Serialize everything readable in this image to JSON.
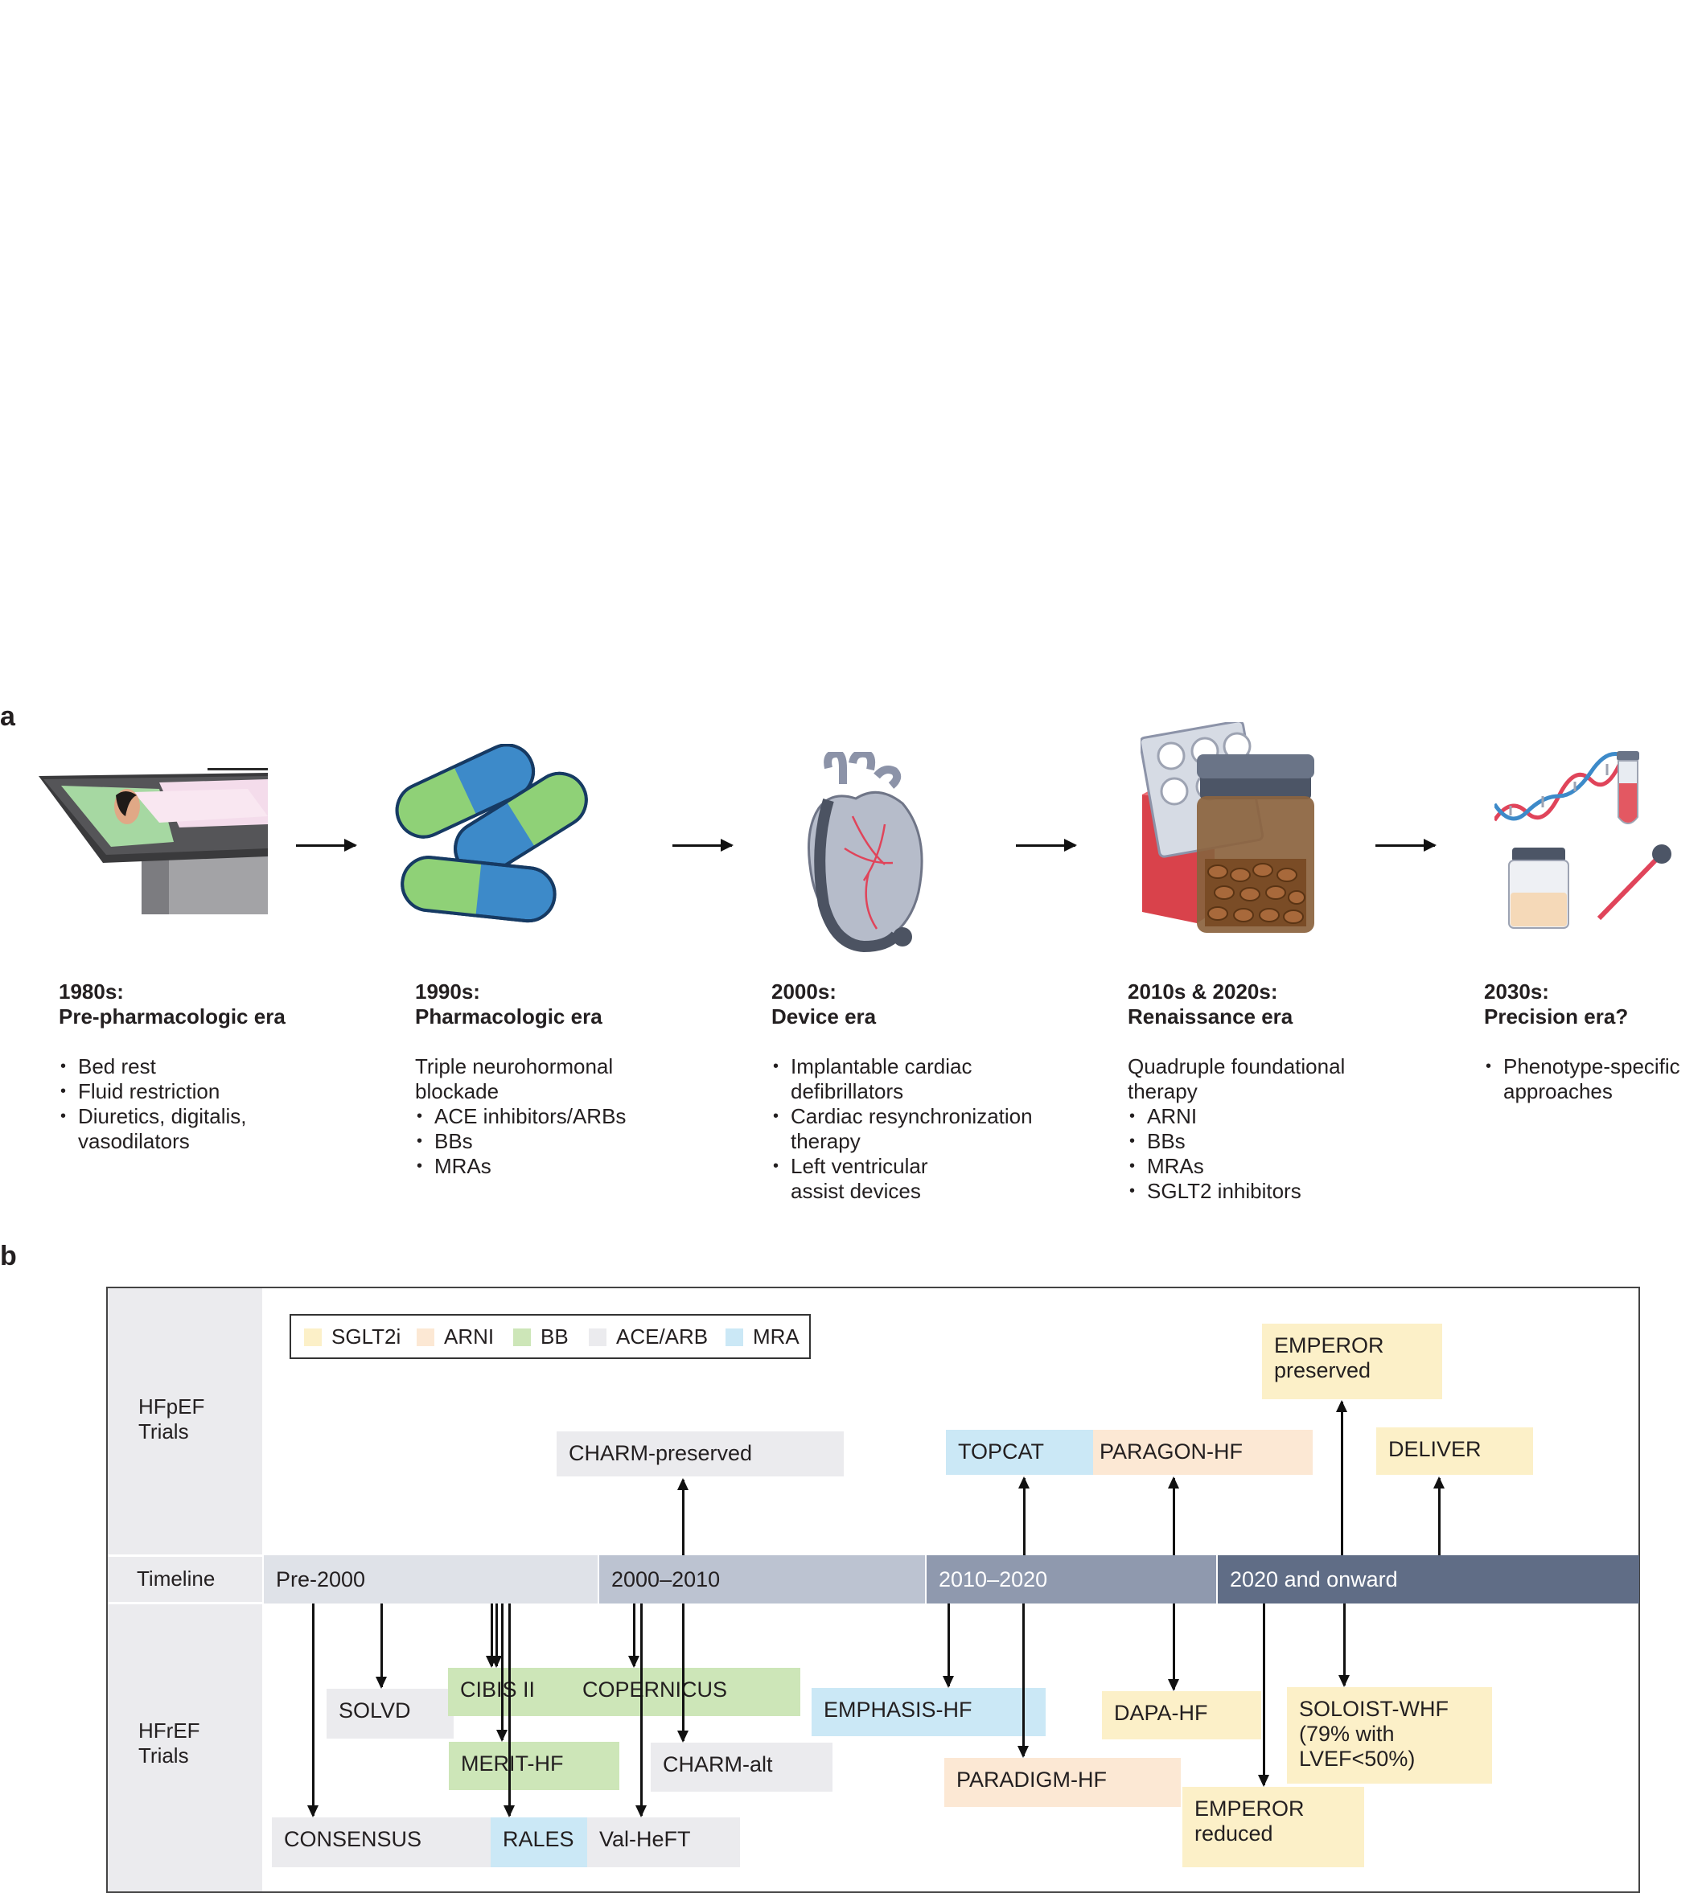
{
  "panel_a": {
    "label": "a",
    "eras": [
      {
        "title_line1": "1980s:",
        "title_line2": "Pre-pharmacologic era",
        "intro": [],
        "bullets": [
          "Bed rest",
          "Fluid restriction",
          "Diuretics, digitalis,",
          "vasodilators"
        ]
      },
      {
        "title_line1": "1990s:",
        "title_line2": "Pharmacologic era",
        "intro": [
          "Triple neurohormonal",
          "blockade"
        ],
        "bullets": [
          "ACE inhibitors/ARBs",
          "BBs",
          "MRAs"
        ]
      },
      {
        "title_line1": "2000s:",
        "title_line2": "Device era",
        "intro": [],
        "bullets": [
          "Implantable cardiac",
          "defibrillators",
          "Cardiac resynchronization",
          "therapy",
          "Left ventricular",
          "assist devices"
        ]
      },
      {
        "title_line1": "2010s & 2020s:",
        "title_line2": "Renaissance era",
        "intro": [
          "Quadruple foundational",
          "therapy"
        ],
        "bullets": [
          "ARNI",
          "BBs",
          "MRAs",
          "SGLT2 inhibitors"
        ]
      },
      {
        "title_line1": "2030s:",
        "title_line2": "Precision era?",
        "intro": [],
        "bullets": [
          "Phenotype-specific",
          "approaches"
        ]
      }
    ],
    "illustrations": [
      "patient-bed-rest-illustration",
      "capsules-illustration",
      "heart-with-lvad-illustration",
      "pill-blister-and-jar-illustration",
      "precision-medicine-illustration"
    ]
  },
  "panel_b": {
    "label": "b",
    "row_labels": {
      "hfpef_line1": "HFpEF",
      "hfpef_line2": "Trials",
      "timeline": "Timeline",
      "hfref_line1": "HFrEF",
      "hfref_line2": "Trials"
    },
    "legend": [
      {
        "label": "SGLT2i",
        "color": "#fcf0c8"
      },
      {
        "label": "ARNI",
        "color": "#fce8d4"
      },
      {
        "label": "BB",
        "color": "#cde6b8"
      },
      {
        "label": "ACE/ARB",
        "color": "#ebebee"
      },
      {
        "label": "MRA",
        "color": "#cbe8f6"
      }
    ],
    "timeline": [
      "Pre-2000",
      "2000–2010",
      "2010–2020",
      "2020 and onward"
    ],
    "timeline_colors": [
      "#dfe2e8",
      "#bcc3d1",
      "#8f99ae",
      "#606d86"
    ],
    "hfpef_trials": [
      {
        "name": "CHARM-preserved",
        "class": "ACE/ARB"
      },
      {
        "name": "TOPCAT",
        "class": "MRA"
      },
      {
        "name": "PARAGON-HF",
        "class": "ARNI"
      },
      {
        "name_line1": "EMPEROR",
        "name_line2": "preserved",
        "class": "SGLT2i"
      },
      {
        "name": "DELIVER",
        "class": "SGLT2i"
      }
    ],
    "hfref_trials": [
      {
        "name": "SOLVD",
        "class": "ACE/ARB"
      },
      {
        "name": "CIBIS II",
        "class": "BB"
      },
      {
        "name": "COPERNICUS",
        "class": "BB"
      },
      {
        "name": "MERIT-HF",
        "class": "BB"
      },
      {
        "name": "CHARM-alt",
        "class": "ACE/ARB"
      },
      {
        "name": "CONSENSUS",
        "class": "ACE/ARB"
      },
      {
        "name": "RALES",
        "class": "MRA"
      },
      {
        "name": "Val-HeFT",
        "class": "ACE/ARB"
      },
      {
        "name": "EMPHASIS-HF",
        "class": "MRA"
      },
      {
        "name": "PARADIGM-HF",
        "class": "ARNI"
      },
      {
        "name": "DAPA-HF",
        "class": "SGLT2i"
      },
      {
        "name_line1": "EMPEROR",
        "name_line2": "reduced",
        "class": "SGLT2i"
      },
      {
        "name_line1": "SOLOIST-WHF",
        "name_line2": "(79% with",
        "name_line3": "LVEF<50%)",
        "class": "SGLT2i"
      }
    ]
  }
}
